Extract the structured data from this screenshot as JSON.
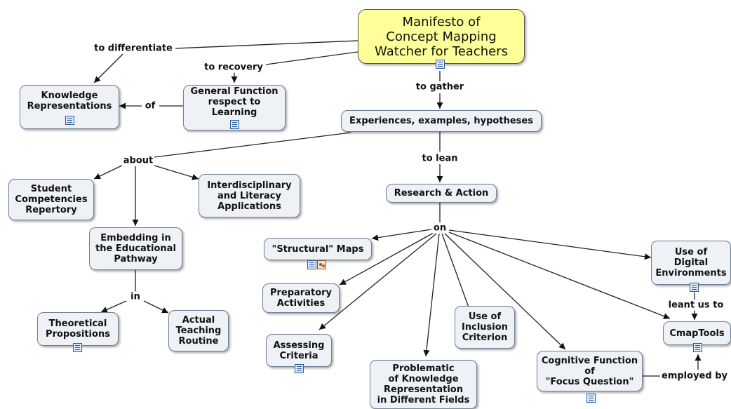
{
  "root": {
    "title": "Manifesto of\nConcept Mapping\nWatcher for Teachers"
  },
  "concepts": {
    "knowledge_representations": "Knowledge\nRepresentations",
    "general_function": "General Function\nrespect to\nLearning",
    "experiences": "Experiences, examples, hypotheses",
    "student_competencies": "Student\nCompetencies\nRepertory",
    "interdisciplinary": "Interdisciplinary\nand Literacy\nApplications",
    "embedding": "Embedding in\nthe Educational\nPathway",
    "theoretical": "Theoretical\nPropositions",
    "actual_teaching": "Actual\nTeaching\nRoutine",
    "research_action": "Research & Action",
    "structural_maps": "\"Structural\" Maps",
    "preparatory": "Preparatory\nActivities",
    "assessing": "Assessing\nCriteria",
    "problematic": "Problematic\nof Knowledge\nRepresentation\nin Different Fields",
    "inclusion": "Use of\nInclusion\nCriterion",
    "cognitive": "Cognitive Function\nof\n\"Focus Question\"",
    "digital": "Use of\nDigital\nEnvironments",
    "cmaptools": "CmapTools"
  },
  "linking_phrases": {
    "to_differentiate": "to differentiate",
    "to_recovery": "to recovery",
    "of": "of",
    "to_gather": "to gather",
    "about": "about",
    "in": "in",
    "to_lean": "to lean",
    "on": "on",
    "leant_us_to": "leant us to",
    "employed_by": "employed by"
  },
  "resource_icons": [
    "document-resource-icon",
    "concept-map-resource-icon"
  ]
}
